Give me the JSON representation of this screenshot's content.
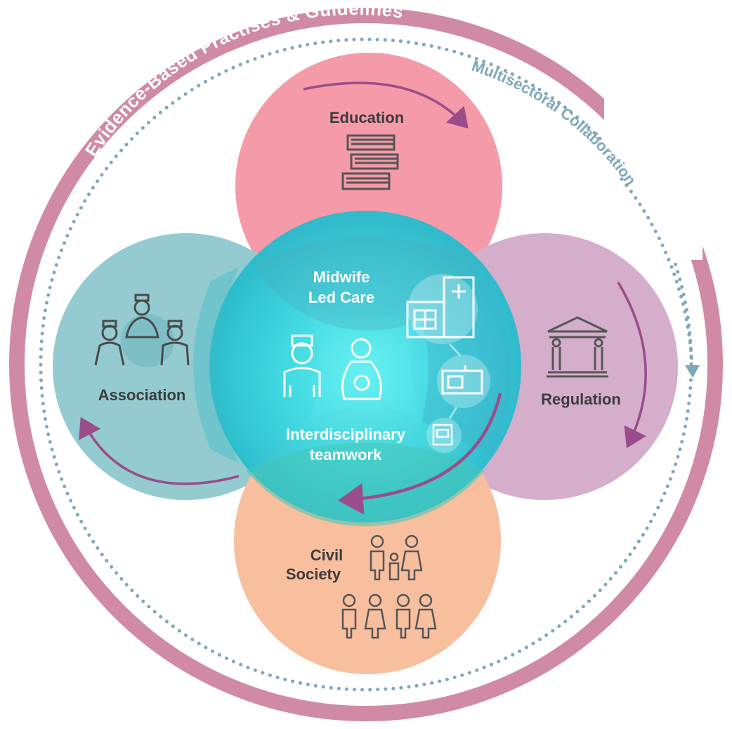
{
  "outer_ring": {
    "text": "Evidence-Based Practises & Guidelines",
    "color": "#d08aa6"
  },
  "inner_ring": {
    "text": "Multisectoral Collaboration",
    "color": "#7fa8b8"
  },
  "petals": {
    "education": {
      "label": "Education",
      "color": "#f49aa9",
      "icon": "books-icon"
    },
    "regulation": {
      "label": "Regulation",
      "color": "#d4aecb",
      "icon": "courthouse-icon"
    },
    "association": {
      "label": "Association",
      "color": "#93cbd0",
      "icon": "midwives-group-icon"
    },
    "civil_society": {
      "label_line1": "Civil",
      "label_line2": "Society",
      "color": "#f8bf9e",
      "icon": "families-icon"
    }
  },
  "center": {
    "color": "#2fc6d4",
    "top_label_line1": "Midwife",
    "top_label_line2": "Led Care",
    "bottom_label_line1": "Interdisciplinary",
    "bottom_label_line2": "teamwork",
    "icons": [
      "midwife-icon",
      "pregnant-woman-icon",
      "hospital-icon",
      "clinic-icon",
      "health-post-icon"
    ]
  },
  "arrow_color": "#9a4d8a"
}
